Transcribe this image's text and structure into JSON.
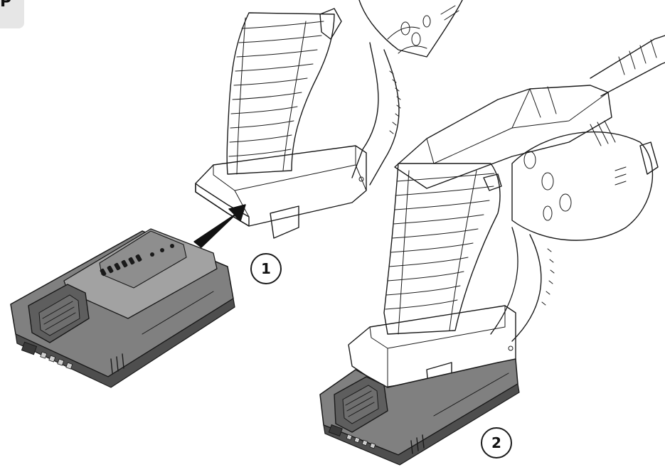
{
  "page": {
    "corner_label": "P"
  },
  "steps": [
    {
      "number": "1"
    },
    {
      "number": "2"
    }
  ],
  "colors": {
    "battery_body": "#808080",
    "battery_top": "#a2a2a2",
    "battery_dark": "#4e4e4e",
    "line": "#1a1a1a",
    "badge_bg": "#e6e6e6"
  },
  "icons": {
    "insert_arrow": "arrow-up-right-icon"
  }
}
